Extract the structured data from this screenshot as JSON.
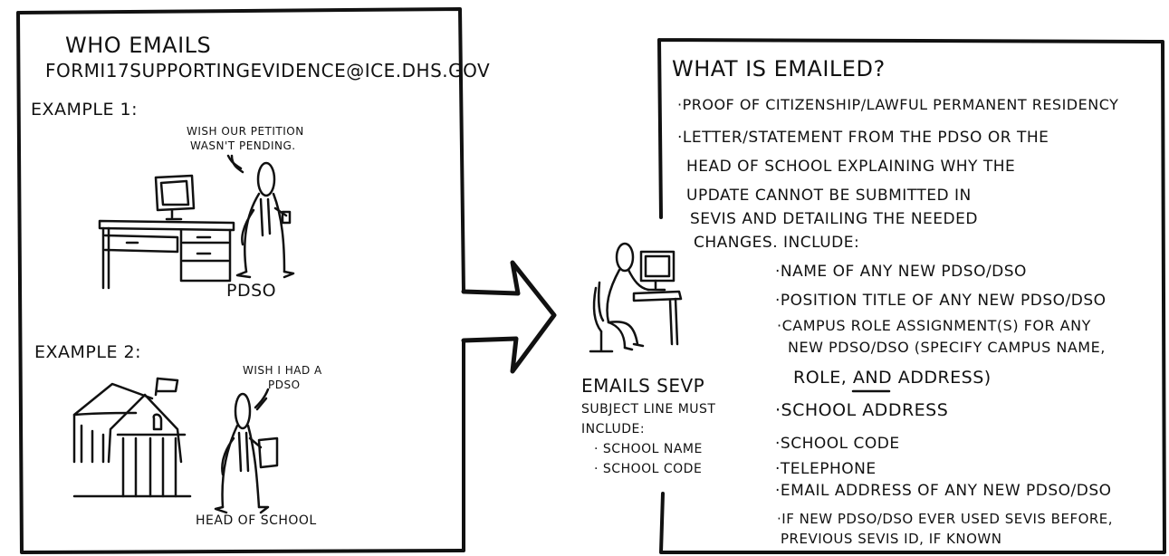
{
  "left_panel": {
    "title": "WHO EMAILS",
    "email": "FORMI17SUPPORTINGEVIDENCE@ICE.DHS.GOV",
    "example1": {
      "label": "EXAMPLE 1:",
      "speech_line1": "WISH OUR PETITION",
      "speech_line2": "WASN'T PENDING.",
      "person_label": "PDSO"
    },
    "example2": {
      "label": "EXAMPLE 2:",
      "speech_line1": "WISH I HAD A",
      "speech_line2": "PDSO",
      "person_label": "HEAD OF SCHOOL"
    }
  },
  "middle": {
    "heading": "EMAILS SEVP",
    "subject_line1": "SUBJECT LINE MUST",
    "subject_line2": "INCLUDE:",
    "items": [
      "· SCHOOL NAME",
      "· SCHOOL CODE"
    ]
  },
  "right_panel": {
    "title": "WHAT IS EMAILED?",
    "lines": [
      "·PROOF OF CITIZENSHIP/LAWFUL PERMANENT RESIDENCY",
      "·LETTER/STATEMENT FROM THE PDSO OR THE",
      "HEAD OF SCHOOL EXPLAINING WHY THE",
      "UPDATE CANNOT BE SUBMITTED IN",
      "SEVIS AND DETAILING THE NEEDED",
      "CHANGES. INCLUDE:"
    ],
    "sub_items": [
      "·NAME OF ANY NEW PDSO/DSO",
      "·POSITION TITLE OF ANY NEW PDSO/DSO",
      "·CAMPUS ROLE ASSIGNMENT(S) FOR ANY",
      "NEW PDSO/DSO (SPECIFY CAMPUS NAME,",
      "ROLE, AND ADDRESS)"
    ],
    "items": [
      "·SCHOOL ADDRESS",
      "·SCHOOL CODE",
      "·TELEPHONE",
      "·EMAIL ADDRESS OF ANY NEW PDSO/DSO",
      "·IF NEW PDSO/DSO EVER USED SEVIS BEFORE,",
      "PREVIOUS SEVIS ID, IF KNOWN"
    ]
  }
}
